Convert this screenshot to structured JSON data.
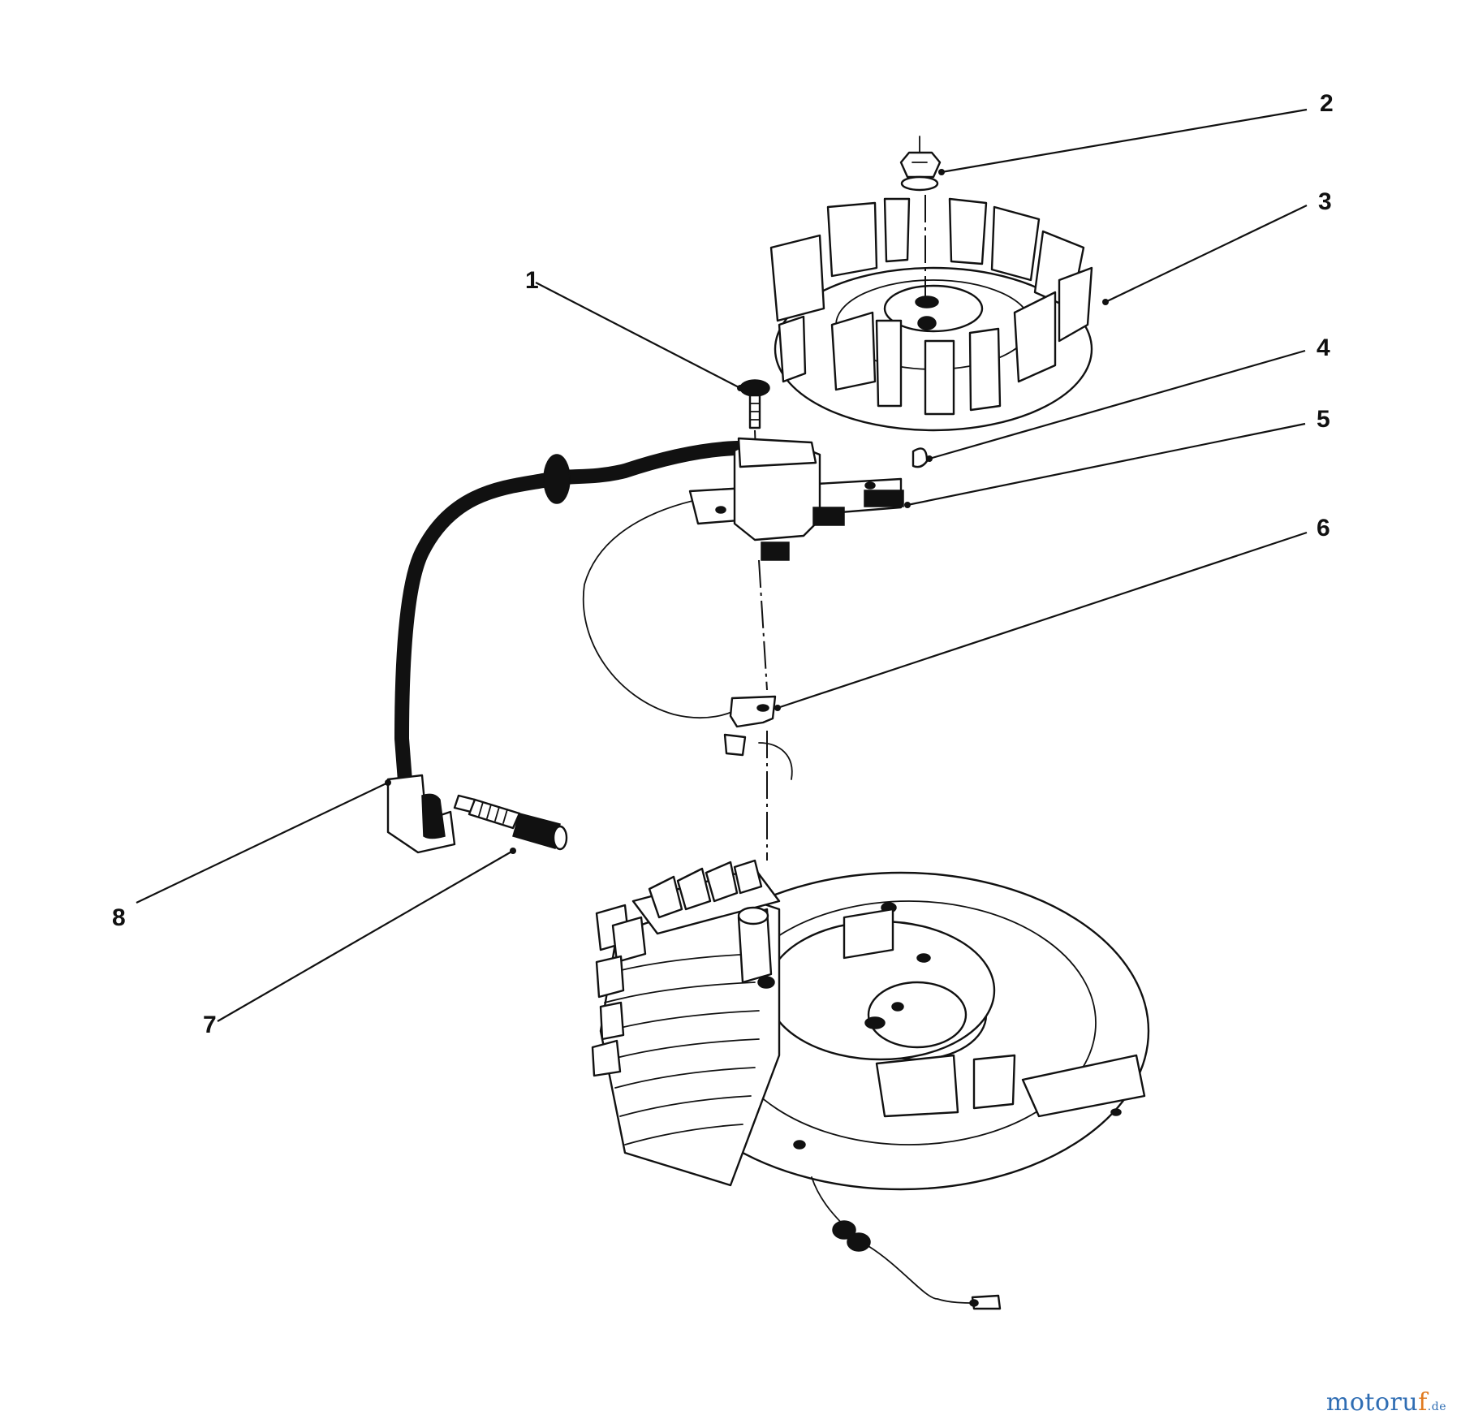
{
  "diagram": {
    "callouts": [
      {
        "id": "1",
        "label": "1"
      },
      {
        "id": "2",
        "label": "2"
      },
      {
        "id": "3",
        "label": "3"
      },
      {
        "id": "4",
        "label": "4"
      },
      {
        "id": "5",
        "label": "5"
      },
      {
        "id": "6",
        "label": "6"
      },
      {
        "id": "7",
        "label": "7"
      },
      {
        "id": "8",
        "label": "8"
      }
    ]
  },
  "watermark": {
    "main": "motoru",
    "accent": "f",
    "tld": ".de"
  }
}
